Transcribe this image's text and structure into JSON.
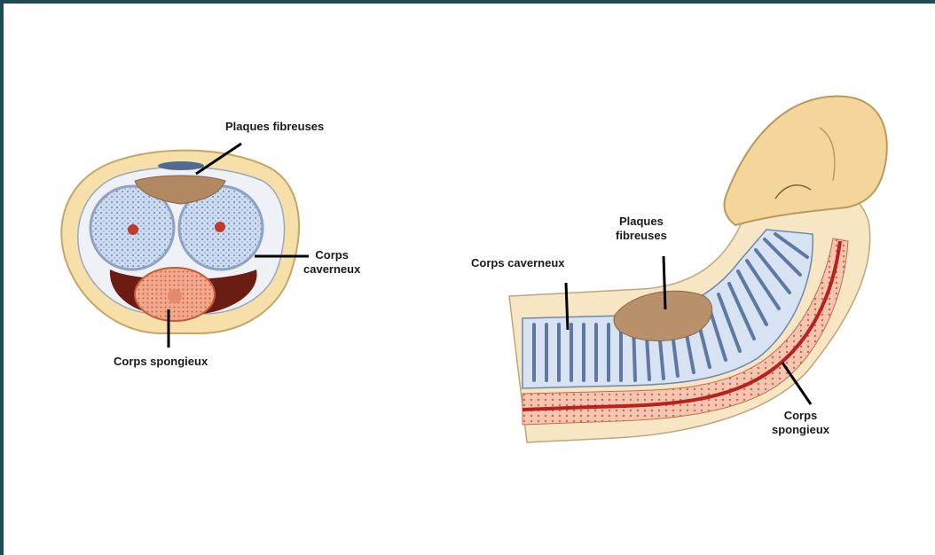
{
  "cross_section": {
    "label_plaques": "Plaques fibreuses",
    "label_corps_caverneux": "Corps\ncaverneux",
    "label_corps_spongieux": "Corps spongieux"
  },
  "side_view": {
    "label_plaques": "Plaques\nfibreuses",
    "label_corps_caverneux": "Corps caverneux",
    "label_corps_spongieux": "Corps\nspongieux"
  },
  "colors": {
    "frame_border": "#1f4b55",
    "skin": "#f3d9a0",
    "cavernous_fill": "#c9d8ee",
    "cavernous_stroke": "#6f86ad",
    "plaque": "#b58c61",
    "spongy": "#d86b4b",
    "vessel": "#b8221c"
  }
}
